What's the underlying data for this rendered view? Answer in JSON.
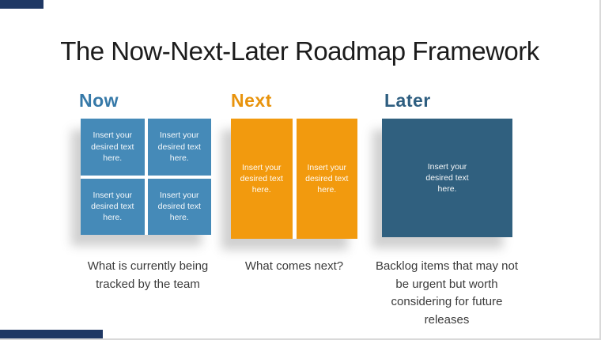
{
  "slide": {
    "title": "The Now-Next-Later Roadmap Framework",
    "accent_bar_color": "#1f3864",
    "background_color": "#ffffff"
  },
  "placeholder_text": "Insert your\ndesired text\nhere.",
  "columns": [
    {
      "id": "now",
      "label": "Now",
      "heading_color": "#3679a8",
      "box_color": "#458ab8",
      "box_count": 4,
      "caption": "What is currently being\ntracked by the team"
    },
    {
      "id": "next",
      "label": "Next",
      "heading_color": "#e8930c",
      "box_color": "#f29a0e",
      "box_count": 2,
      "caption": "What comes next?"
    },
    {
      "id": "later",
      "label": "Later",
      "heading_color": "#2e5e80",
      "box_color": "#30607f",
      "box_count": 1,
      "caption": "Backlog items that may not\nbe urgent but worth\nconsidering for future\nreleases"
    }
  ]
}
